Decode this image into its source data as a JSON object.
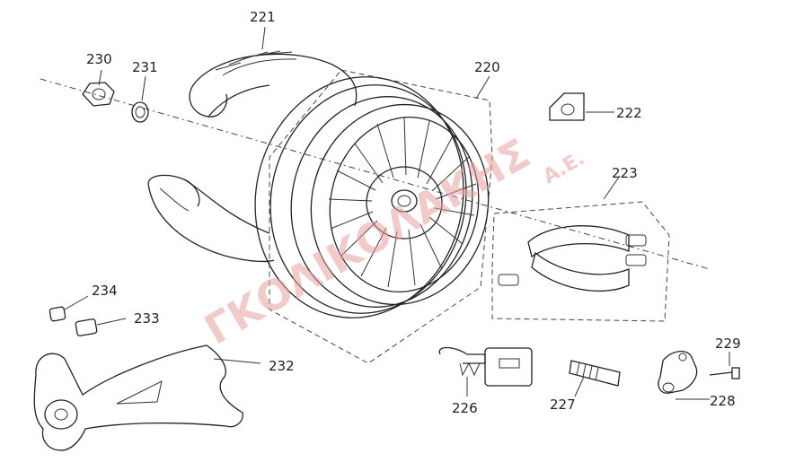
{
  "parts": [
    {
      "id": "221",
      "name": "tire"
    },
    {
      "id": "220",
      "name": "rear-wheel-rim"
    },
    {
      "id": "230",
      "name": "axle-nut"
    },
    {
      "id": "231",
      "name": "washer"
    },
    {
      "id": "222",
      "name": "brake-cam-seal"
    },
    {
      "id": "223",
      "name": "brake-shoe-set"
    },
    {
      "id": "234",
      "name": "bushing-small"
    },
    {
      "id": "233",
      "name": "bushing-large"
    },
    {
      "id": "232",
      "name": "swing-arm-bracket"
    },
    {
      "id": "226",
      "name": "brake-cam-lever-assembly"
    },
    {
      "id": "227",
      "name": "brake-cam-shaft"
    },
    {
      "id": "229",
      "name": "bolt"
    },
    {
      "id": "228",
      "name": "brake-arm"
    }
  ],
  "watermark": {
    "text": "ΓΚΟΛΙΚΟΛΑΚΗΣ",
    "suffix": "Α.Ε.",
    "color": "#e8a0a0"
  }
}
